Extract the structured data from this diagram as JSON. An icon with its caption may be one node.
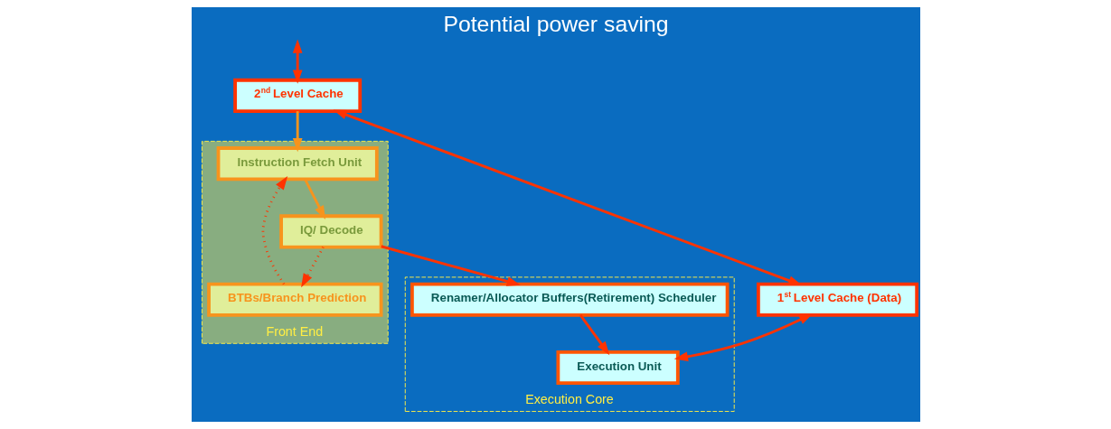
{
  "diagram": {
    "title": "Potential power saving",
    "nodes": [
      {
        "text": [
          "Front End"
        ]
      },
      {
        "text": [
          "Execution Core"
        ]
      },
      {
        "text": [
          "2$^{nd}$ Level Cache"
        ]
      },
      {
        "text": [
          "1$^{st}$ Level Cache (Data)"
        ]
      },
      {
        "text": [
          "Instruction Fetch Unit"
        ],
        "in": 0
      },
      {
        "text": [
          "IQ/ Decode"
        ],
        "in": 0
      },
      {
        "text": [
          "BTBs/Branch Prediction"
        ],
        "in": 0
      },
      {
        "text": [
          "Renamer/Allocator Buffers(Retirement) Scheduler"
        ],
        "in": 1
      },
      {
        "text": [
          "Execution Unit"
        ],
        "in": 1
      }
    ],
    "edges": [
      {
        "from": null,
        "to": 2,
        "arrow": "both"
      },
      {
        "from": 3,
        "to": 2,
        "arrow": "both"
      },
      {
        "from": 2,
        "to": 4,
        "arrow": "to",
        "color": "#f7941d"
      },
      {
        "from": 4,
        "to": 5,
        "arrow": "to",
        "color": "#f7941d"
      },
      {
        "from": 5,
        "to": 7,
        "arrow": "to"
      },
      {
        "from": 7,
        "to": 8,
        "arrow": "to"
      },
      {
        "from": 3,
        "to": 8,
        "arrow": "both"
      },
      {
        "from": 6,
        "to": 4,
        "arrow": "to",
        "style": "dashed"
      },
      {
        "from": 5,
        "to": 6,
        "arrow": "to",
        "style": "dashed"
      }
    ]
  }
}
